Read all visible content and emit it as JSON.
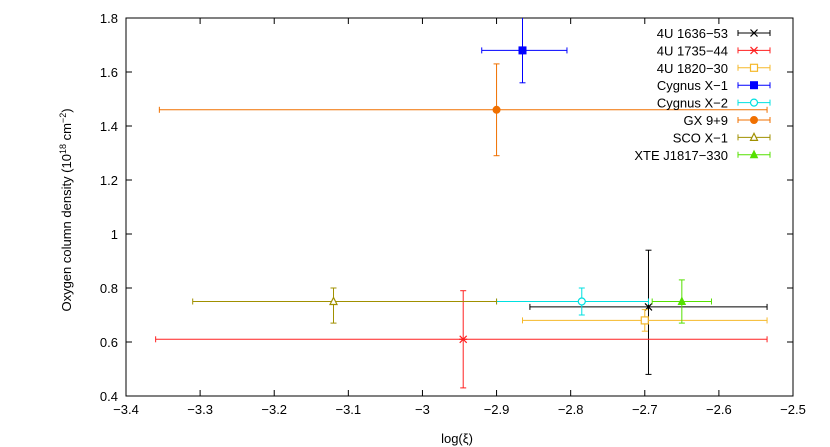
{
  "chart_data": {
    "type": "scatter",
    "title": "",
    "xlabel": "log(ξ)",
    "ylabel": "Oxygen column density (10",
    "ylabel_exp": "18",
    "ylabel_unit": " cm",
    "ylabel_unit_exp": "−2",
    "ylabel_close": ")",
    "xlim": [
      -3.4,
      -2.5
    ],
    "ylim": [
      0.4,
      1.8
    ],
    "xticks": [
      -3.4,
      -3.3,
      -3.2,
      -3.1,
      -3.0,
      -2.9,
      -2.8,
      -2.7,
      -2.6,
      -2.5
    ],
    "xtick_labels": [
      "−3.4",
      "−3.3",
      "−3.2",
      "−3.1",
      "−3",
      "−2.9",
      "−2.8",
      "−2.7",
      "−2.6",
      "−2.5"
    ],
    "yticks": [
      0.4,
      0.6,
      0.8,
      1.0,
      1.2,
      1.4,
      1.6,
      1.8
    ],
    "ytick_labels": [
      "0.4",
      "0.6",
      "0.8",
      "1",
      "1.2",
      "1.4",
      "1.6",
      "1.8"
    ],
    "grid": false,
    "legend_position": "top-right",
    "series": [
      {
        "name": "4U 1636−53",
        "color": "#000000",
        "marker": "x",
        "x": -2.695,
        "y": 0.73,
        "xerr": [
          -2.855,
          -2.535
        ],
        "yerr": [
          0.48,
          0.94
        ]
      },
      {
        "name": "4U 1735−44",
        "color": "#ff2020",
        "marker": "asterisk",
        "x": -2.945,
        "y": 0.61,
        "xerr": [
          -3.36,
          -2.535
        ],
        "yerr": [
          0.43,
          0.79
        ]
      },
      {
        "name": "4U 1820−30",
        "color": "#f5b82a",
        "marker": "open-square",
        "x": -2.7,
        "y": 0.68,
        "xerr": [
          -2.865,
          -2.535
        ],
        "yerr": [
          0.64,
          0.72
        ]
      },
      {
        "name": "Cygnus X−1",
        "color": "#0000ff",
        "marker": "filled-square",
        "x": -2.865,
        "y": 1.68,
        "xerr": [
          -2.92,
          -2.805
        ],
        "yerr": [
          1.56,
          1.8
        ]
      },
      {
        "name": "Cygnus X−2",
        "color": "#00e0e0",
        "marker": "open-circle",
        "x": -2.785,
        "y": 0.75,
        "xerr": [
          -2.9,
          -2.695
        ],
        "yerr": [
          0.7,
          0.8
        ]
      },
      {
        "name": "GX 9+9",
        "color": "#f07000",
        "marker": "filled-circle",
        "x": -2.9,
        "y": 1.46,
        "xerr": [
          -3.355,
          -2.535
        ],
        "yerr": [
          1.29,
          1.63
        ]
      },
      {
        "name": "SCO X−1",
        "color": "#a09000",
        "marker": "open-triangle",
        "x": -3.12,
        "y": 0.75,
        "xerr": [
          -3.31,
          -2.9
        ],
        "yerr": [
          0.67,
          0.8
        ]
      },
      {
        "name": "XTE J1817−330",
        "color": "#55e000",
        "marker": "filled-triangle",
        "x": -2.65,
        "y": 0.75,
        "xerr": [
          -2.69,
          -2.61
        ],
        "yerr": [
          0.67,
          0.83
        ]
      }
    ]
  }
}
